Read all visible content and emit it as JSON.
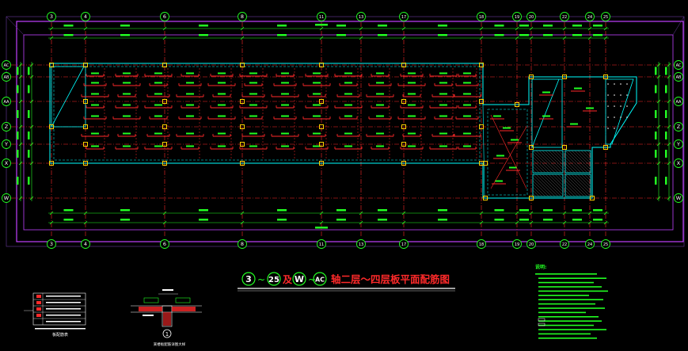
{
  "colors": {
    "background": "#000000",
    "grid_axis": "#ff2a2a",
    "dimension": "#22ff22",
    "bubble": "#22ff22",
    "wall": "#00ffff",
    "border": "#c040ff",
    "rebar": "#ff2a2a",
    "title_red": "#ff2a2a",
    "column": "#ffd000",
    "text_white": "#ffffff"
  },
  "axes": {
    "vertical_top": [
      "3",
      "4",
      "6",
      "8",
      "11",
      "13",
      "17",
      "18",
      "19",
      "20",
      "22",
      "24",
      "25"
    ],
    "vertical_bottom": [
      "3",
      "4",
      "6",
      "8",
      "11",
      "13",
      "17",
      "18",
      "19",
      "20",
      "22",
      "24",
      "25"
    ],
    "horizontal": [
      "AC",
      "AB",
      "AA",
      "Z",
      "Y",
      "X",
      "W"
    ],
    "top_rect_label": "25"
  },
  "title": {
    "b1": "3",
    "tilde1": "~",
    "b2": "25",
    "mid1": "及",
    "b3": "W",
    "tilde2": "~",
    "b4": "AC",
    "text": "轴二层～四层板平面配筋图"
  },
  "detail": {
    "number": "1",
    "caption": "某楼板配筋详图大样"
  },
  "legend": {
    "caption": "板配筋表"
  },
  "notes": {
    "heading": "说明:"
  }
}
